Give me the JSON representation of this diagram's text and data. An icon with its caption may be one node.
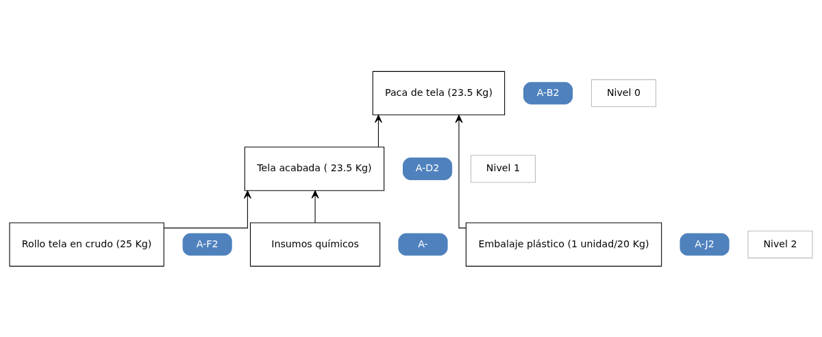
{
  "diagram": {
    "nodes": [
      {
        "text": [
          "Paca de tela (23.5 Kg)"
        ]
      },
      {
        "text": [
          "A-B2"
        ]
      },
      {
        "text": [
          "Nivel 0"
        ]
      },
      {
        "text": [
          "Tela acabada ( 23.5 Kg)"
        ]
      },
      {
        "text": [
          "A-D2"
        ]
      },
      {
        "text": [
          "Nivel 1"
        ]
      },
      {
        "text": [
          "Rollo tela en crudo (25 Kg)"
        ]
      },
      {
        "text": [
          "A-F2"
        ]
      },
      {
        "text": [
          "Insumos químicos"
        ]
      },
      {
        "text": [
          "A-"
        ]
      },
      {
        "text": [
          "Embalaje plástico (1 unidad/20 Kg)"
        ]
      },
      {
        "text": [
          "A-J2"
        ]
      },
      {
        "text": [
          "Nivel 2"
        ]
      }
    ],
    "edges": [
      {
        "from": 3,
        "to": 0,
        "arrow": "to"
      },
      {
        "from": 10,
        "to": 0,
        "arrow": "to"
      },
      {
        "from": 6,
        "to": 3,
        "arrow": "to"
      },
      {
        "from": 8,
        "to": 3,
        "arrow": "to"
      }
    ]
  }
}
